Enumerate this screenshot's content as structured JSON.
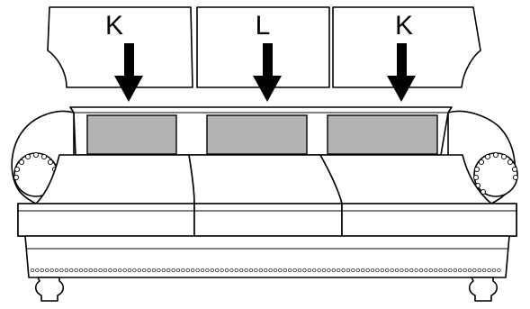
{
  "diagram": {
    "cushions": [
      {
        "label": "K"
      },
      {
        "label": "L"
      },
      {
        "label": "K"
      }
    ],
    "colors": {
      "slot_fill": "#b3b3b3",
      "outline": "#000000",
      "background": "#ffffff"
    },
    "icons": {
      "arrow": "down-arrow-icon"
    }
  }
}
